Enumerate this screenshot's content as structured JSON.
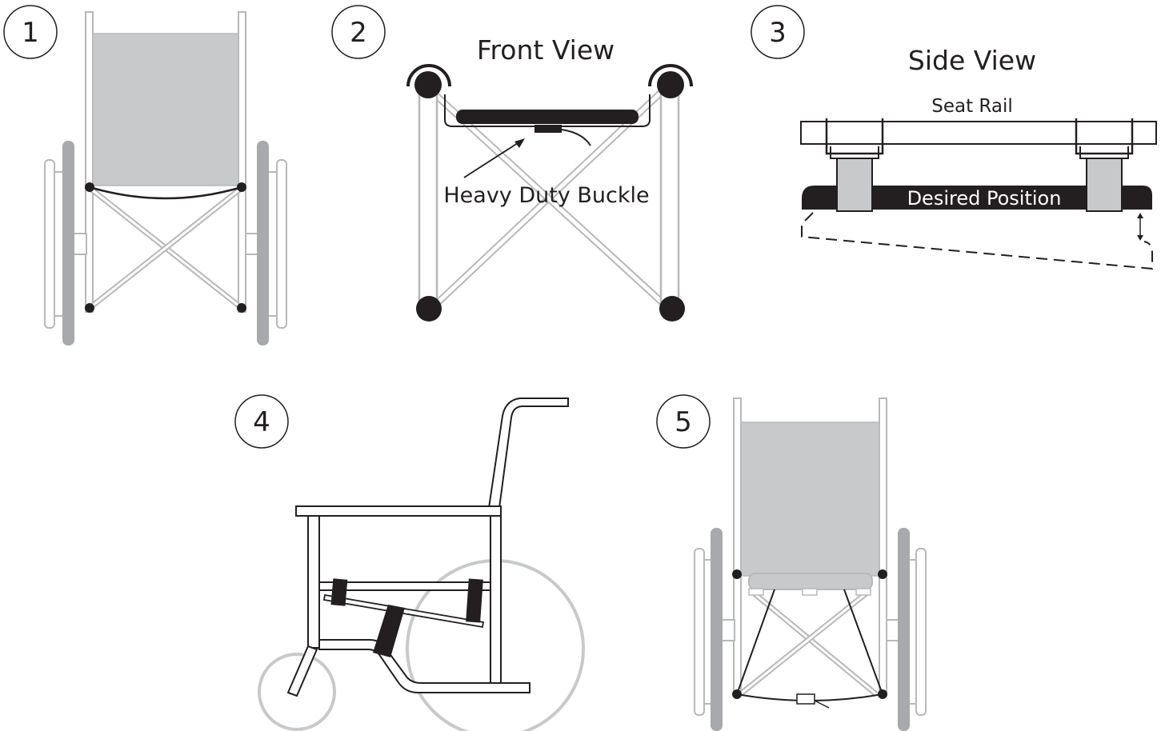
{
  "steps": [
    {
      "number": "1"
    },
    {
      "number": "2",
      "title": "Front View",
      "callout": "Heavy Duty Buckle"
    },
    {
      "number": "3",
      "title": "Side View",
      "rail_label": "Seat Rail",
      "cushion_label": "Desired Position"
    },
    {
      "number": "4"
    },
    {
      "number": "5"
    }
  ],
  "colors": {
    "ink": "#231f20",
    "frame_gray": "#b7b8ba",
    "fabric_gray": "#c8c9cb",
    "wheel_gray": "#a7a9ac",
    "background": "#ffffff"
  }
}
